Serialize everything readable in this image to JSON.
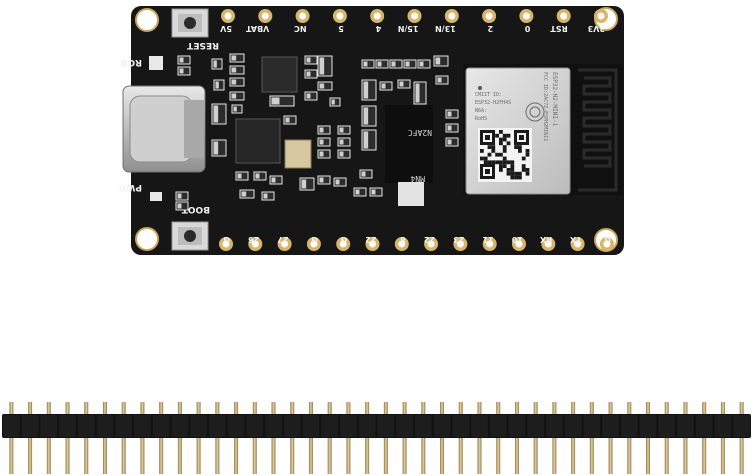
{
  "board": {
    "top_labels": [
      "5V",
      "VBAT",
      "NC",
      "5",
      "4",
      "15/N",
      "13/N",
      "2",
      "0",
      "RST",
      "3V3"
    ],
    "bottom_labels": [
      "G",
      "26",
      "27",
      "G",
      "G",
      "22",
      "8",
      "22",
      "23",
      "11",
      "10",
      "RX",
      "TX",
      "G"
    ],
    "left_labels": {
      "rgb": "RGB",
      "reset": "RESET",
      "pwr": "PWR",
      "boot": "BOOT"
    },
    "module_text": [
      "ESP32-H2-MINI-1",
      "FCC ID:2AC7Z-ESPH2MINI1",
      "CMIIT ID:",
      "ESP32-H2FH4S",
      "N6A:",
      "RoHS"
    ],
    "ic_text": [
      "N2AFC",
      "MN4"
    ]
  },
  "header": {
    "pin_count": 40
  },
  "colors": {
    "pcb": "#161616",
    "pad": "#d8b56a",
    "silk": "#f2f2f2",
    "module": "#cfcfcf",
    "header_plastic": "#111111",
    "pin": "#cdb27a"
  }
}
